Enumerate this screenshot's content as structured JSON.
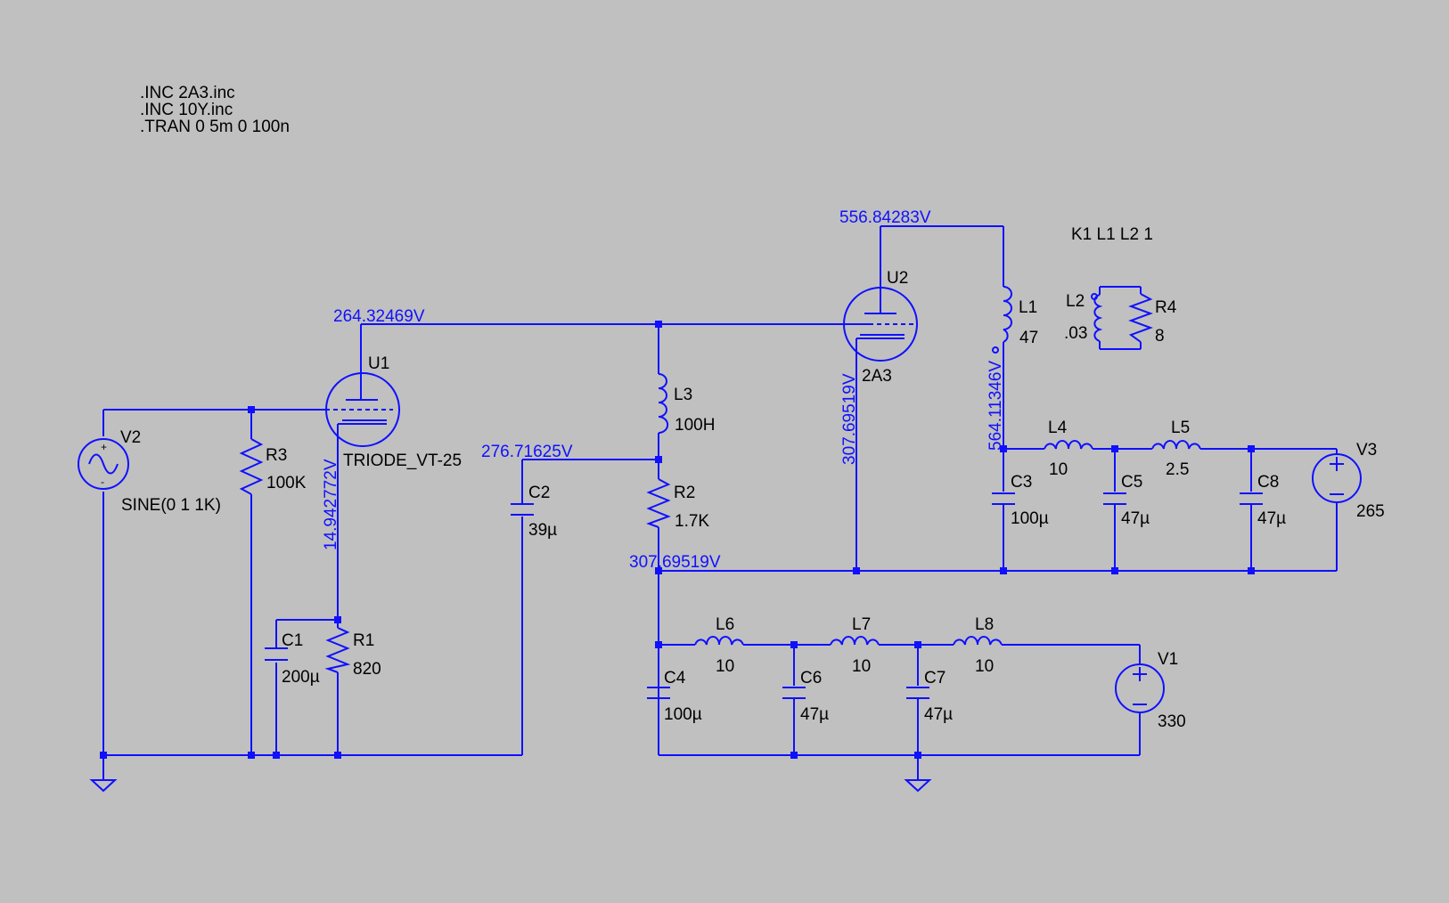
{
  "directives": [
    ".INC 2A3.inc",
    ".INC 10Y.inc",
    ".TRAN 0 5m 0 100n"
  ],
  "coupling": "K1 L1 L2 1",
  "components": {
    "v2": {
      "name": "V2",
      "value": "SINE(0 1 1K)"
    },
    "r3": {
      "name": "R3",
      "value": "100K"
    },
    "u1": {
      "name": "U1",
      "value": "TRIODE_VT-25"
    },
    "r1": {
      "name": "R1",
      "value": "820"
    },
    "c1": {
      "name": "C1",
      "value": "200µ"
    },
    "c2": {
      "name": "C2",
      "value": "39µ"
    },
    "l3": {
      "name": "L3",
      "value": "100H"
    },
    "r2": {
      "name": "R2",
      "value": "1.7K"
    },
    "u2": {
      "name": "U2",
      "value": "2A3"
    },
    "l1": {
      "name": "L1",
      "value": "47"
    },
    "l2": {
      "name": "L2",
      "value": ".03"
    },
    "r4": {
      "name": "R4",
      "value": "8"
    },
    "l4": {
      "name": "L4",
      "value": "10"
    },
    "l5": {
      "name": "L5",
      "value": "2.5"
    },
    "c3": {
      "name": "C3",
      "value": "100µ"
    },
    "c5": {
      "name": "C5",
      "value": "47µ"
    },
    "c8": {
      "name": "C8",
      "value": "47µ"
    },
    "v3": {
      "name": "V3",
      "value": "265"
    },
    "l6": {
      "name": "L6",
      "value": "10"
    },
    "l7": {
      "name": "L7",
      "value": "10"
    },
    "l8": {
      "name": "L8",
      "value": "10"
    },
    "c4": {
      "name": "C4",
      "value": "100µ"
    },
    "c6": {
      "name": "C6",
      "value": "47µ"
    },
    "c7": {
      "name": "C7",
      "value": "47µ"
    },
    "v1": {
      "name": "V1",
      "value": "330"
    }
  },
  "voltages": {
    "u2_plate": "556.84283V",
    "u1_plate": "264.32469V",
    "u1_cathode": "14.942772V",
    "c2_node": "276.71625V",
    "u2_cathode": "307.69519V",
    "l1_bottom": "564.11346V",
    "r2_bottom": "307.69519V"
  },
  "colors": {
    "background": "#c0c0c0",
    "wire": "#1010ff",
    "text": "#000000"
  }
}
